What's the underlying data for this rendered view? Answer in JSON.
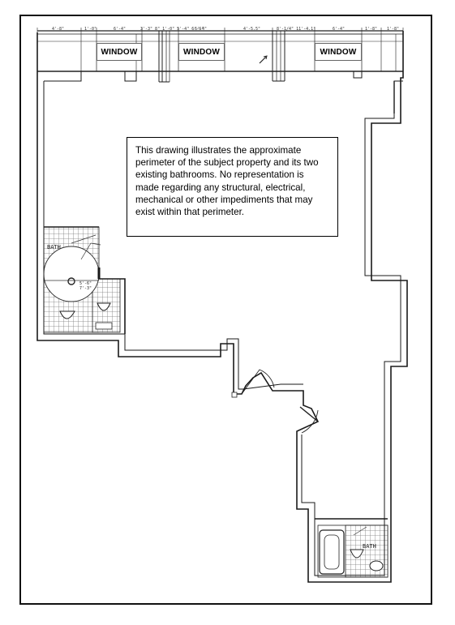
{
  "windows": [
    {
      "label": "WINDOW"
    },
    {
      "label": "WINDOW"
    },
    {
      "label": "WINDOW"
    }
  ],
  "dimension_labels": [
    "4'-8\"",
    "1'-0\"",
    "6'-4\"",
    "3'-3\" 8\" 1'-0\" 5'-4\" 6'-6\"",
    "6'-4\"",
    "4'-5.5\"",
    "8'-1/4\" 11'-4.1\"",
    "6'-4\"",
    "1'-8\"",
    "1'-8\""
  ],
  "disclaimer": {
    "text": "This drawing illustrates the approximate perimeter of the subject property and its two existing bathrooms. No representation is made regarding any structural, electrical, mechanical or other impediments that may exist within that perimeter."
  },
  "rooms": [
    {
      "label": "BATH"
    },
    {
      "label": "BATH"
    }
  ],
  "bath1_dims": [
    "5'-6\"",
    "7'-3\""
  ],
  "colors": {
    "wall": "#1a1a1a",
    "tile": "#8a8a8a",
    "frame": "#111111"
  }
}
